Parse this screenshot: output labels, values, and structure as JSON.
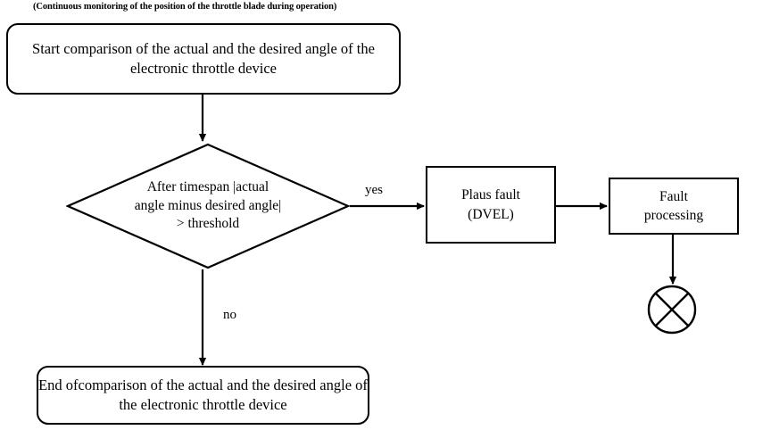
{
  "diagram": {
    "caption": "(Continuous monitoring of the position of the throttle blade during operation)",
    "type": "flowchart",
    "nodes": {
      "start": {
        "shape": "rounded-rectangle",
        "label": "Start comparison of the actual and the desired angle of the electronic throttle device"
      },
      "decision": {
        "shape": "diamond",
        "label": "After timespan |actual\nangle minus desired angle|\n> threshold"
      },
      "plaus_fault": {
        "shape": "rectangle",
        "label": "Plaus fault\n(DVEL)"
      },
      "fault_processing": {
        "shape": "rectangle",
        "label": "Fault\nprocessing"
      },
      "end": {
        "shape": "rounded-rectangle",
        "label": "End ofcomparison of the actual and the desired angle of the electronic throttle device"
      },
      "connector": {
        "shape": "circle-with-cross",
        "label": ""
      }
    },
    "edges": [
      {
        "from": "start",
        "to": "decision",
        "label": ""
      },
      {
        "from": "decision",
        "to": "plaus_fault",
        "label": "yes"
      },
      {
        "from": "decision",
        "to": "end",
        "label": "no"
      },
      {
        "from": "plaus_fault",
        "to": "fault_processing",
        "label": ""
      },
      {
        "from": "fault_processing",
        "to": "connector",
        "label": ""
      }
    ],
    "colors": {
      "stroke": "#000000",
      "fill": "#ffffff",
      "text": "#000000"
    }
  }
}
